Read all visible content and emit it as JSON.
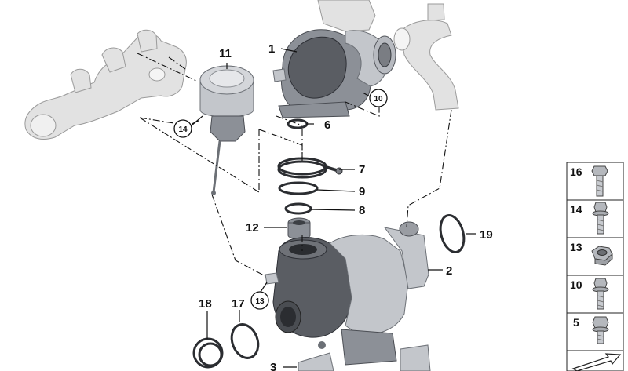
{
  "callouts": {
    "c1": "1",
    "c2": "2",
    "c3": "3",
    "c6": "6",
    "c7": "7",
    "c8": "8",
    "c9": "9",
    "c10": "10",
    "c11": "11",
    "c12": "12",
    "c13": "13",
    "c14": "14",
    "c17": "17",
    "c18": "18",
    "c19": "19"
  },
  "legend": {
    "items": [
      {
        "label": "16",
        "icon": "hex-bolt-icon"
      },
      {
        "label": "14",
        "icon": "flange-bolt-icon"
      },
      {
        "label": "13",
        "icon": "hex-nut-icon"
      },
      {
        "label": "10",
        "icon": "flange-bolt-icon"
      },
      {
        "label": "5",
        "icon": "short-bolt-icon"
      }
    ],
    "footer_icon": "arrow-icon"
  }
}
